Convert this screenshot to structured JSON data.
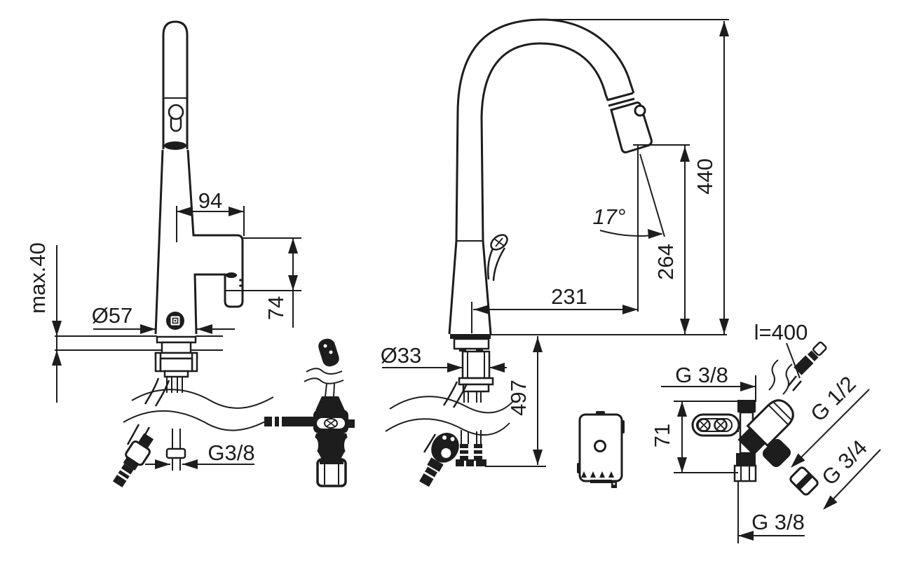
{
  "figure": {
    "type": "technical-drawing",
    "background_color": "#ffffff",
    "ink_color": "#1d1d1d",
    "views": {
      "side_view": {
        "name": "faucet-side-view",
        "dimensions": {
          "spout_reach": "94",
          "spout_height": "74",
          "max_deck_thickness": "max.40",
          "base_diameter": "Ø57",
          "supply_thread": "G3/8"
        }
      },
      "front_view": {
        "name": "faucet-front-view",
        "dimensions": {
          "shank_diameter": "Ø33",
          "hose_drop_below_deck": "497",
          "spout_reach": "231",
          "outlet_height": "264",
          "total_height": "440",
          "spray_angle": "17°"
        }
      },
      "valve_assembly": {
        "name": "valve-assembly-detail",
        "dimensions": {
          "hose_length": "l=400",
          "inlet_thread_top": "G 3/8",
          "bracket_offset": "71",
          "outlet_thread": "G 1/2",
          "adapter_thread": "G 3/4",
          "outlet_thread_bottom": "G 3/8"
        }
      }
    }
  }
}
